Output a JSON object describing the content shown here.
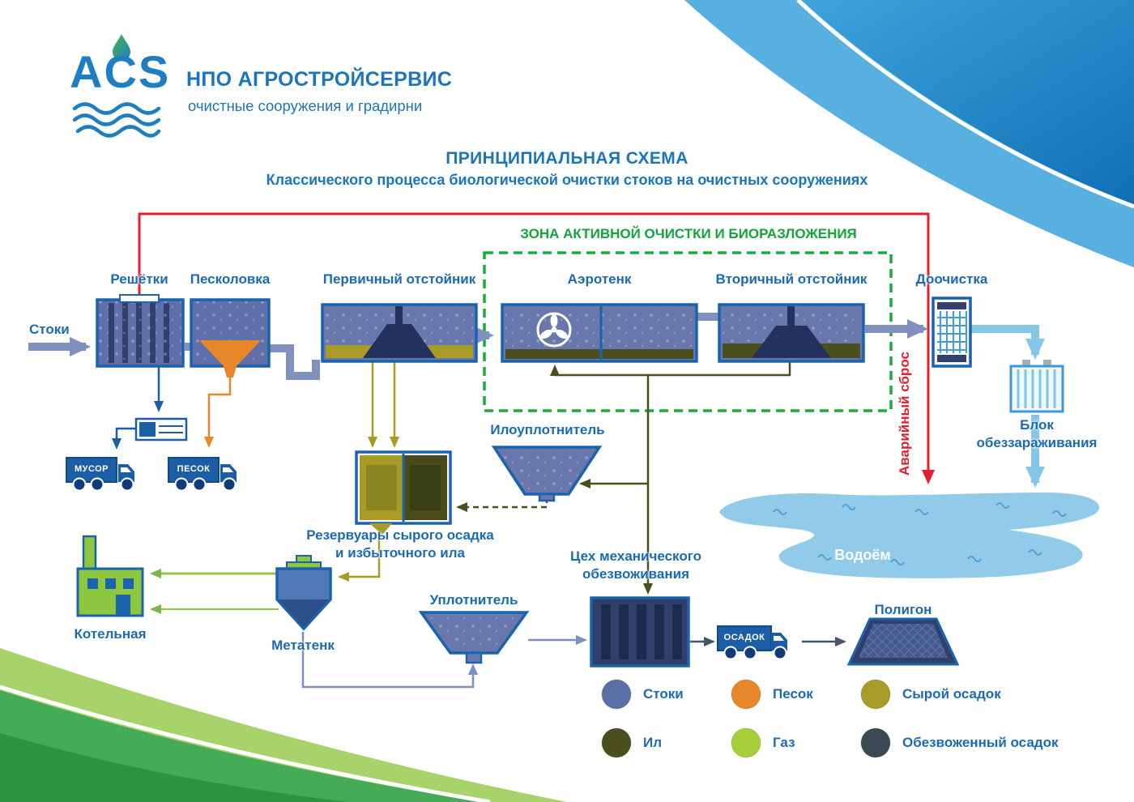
{
  "header": {
    "logo_text": "ACS",
    "company": "НПО АГРОСТРОЙСЕРВИС",
    "tagline": "очистные сооружения и градирни"
  },
  "title": {
    "main": "ПРИНЦИПИАЛЬНАЯ СХЕМА",
    "sub": "Классического процесса биологической очистки стоков на очистных сооружениях"
  },
  "zone_label": "ЗОНА АКТИВНОЙ ОЧИСТКИ И БИОРАЗЛОЖЕНИЯ",
  "labels": {
    "inflow": "Стоки",
    "screens": "Решётки",
    "sand_trap": "Песколовка",
    "primary_clarifier": "Первичный отстойник",
    "aeration_tank": "Аэротенк",
    "secondary_clarifier": "Вторичный отстойник",
    "post_treatment": "Доочистка",
    "disinfection_line1": "Блок",
    "disinfection_line2": "обеззараживания",
    "emergency_discharge": "Аварийный сброс",
    "water_body": "Водоём",
    "sludge_thickener": "Илоуплотнитель",
    "raw_sludge_tanks_line1": "Резервуары сырого осадка",
    "raw_sludge_tanks_line2": "и избыточного ила",
    "dewatering_line1": "Цех механического",
    "dewatering_line2": "обезвоживания",
    "compactor": "Уплотнитель",
    "digester": "Метатенк",
    "boiler_house": "Котельная",
    "landfill": "Полигон",
    "truck_garbage": "МУСОР",
    "truck_sand": "ПЕСОК",
    "truck_sludge": "ОСАДОК"
  },
  "legend": {
    "items": [
      {
        "label": "Стоки",
        "color": "#5c6ea6"
      },
      {
        "label": "Песок",
        "color": "#e8872a"
      },
      {
        "label": "Сырой осадок",
        "color": "#a89b28"
      },
      {
        "label": "Ил",
        "color": "#4a4f1d"
      },
      {
        "label": "Газ",
        "color": "#a6ce39"
      },
      {
        "label": "Обезвоженный осадок",
        "color": "#3b4a52"
      }
    ]
  },
  "colors": {
    "brand_blue": "#1b75bc",
    "accent_green": "#12a53c",
    "alert_red": "#e31e2d",
    "flow_pipe": "#8090bf",
    "clean_water": "#85c6e8"
  }
}
